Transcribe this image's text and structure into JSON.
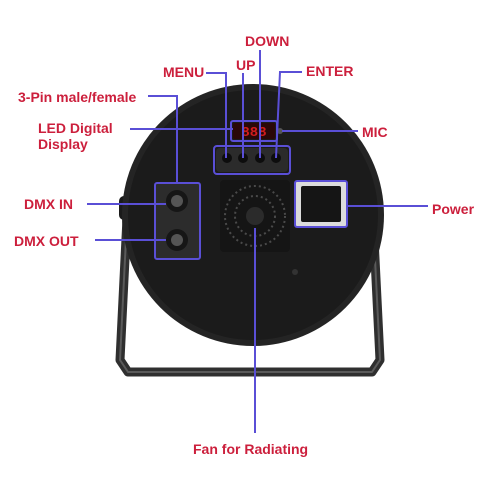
{
  "image_alt": "",
  "labels": {
    "down": "DOWN",
    "menu": "MENU",
    "up": "UP",
    "enter": "ENTER",
    "pin": "3-Pin male/female",
    "led_line1": "LED Digital",
    "led_line2": "Display",
    "mic": "MIC",
    "dmx_in": "DMX IN",
    "dmx_out": "DMX OUT",
    "power": "Power",
    "fan": "Fan for Radiating"
  },
  "display": {
    "digits": "888"
  },
  "colors": {
    "label_text": "#cc1f3c",
    "callout_line": "#5a4fd6",
    "device_body": "#1b1b1b",
    "device_ring": "#2a2a2a",
    "display_red": "#d21c1c",
    "background": "#ffffff"
  }
}
